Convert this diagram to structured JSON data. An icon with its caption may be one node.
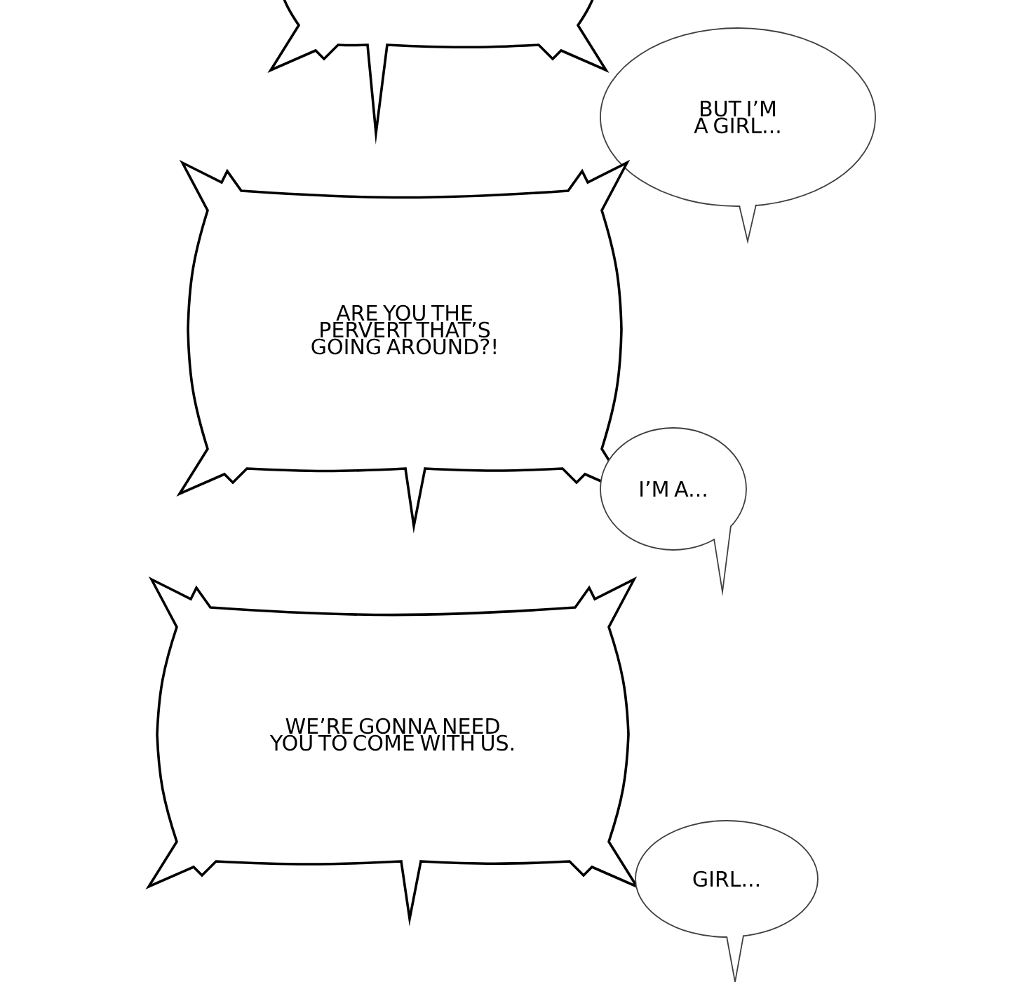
{
  "diagram": {
    "nodes": [
      {
        "text": [],
        "shape": "bubble"
      },
      {
        "text": [
          "BUT I’M A GIRL..."
        ]
      },
      {
        "text": [
          "ARE YOU THE PERVERT THAT’S GOING AROUND?!"
        ]
      },
      {
        "text": [
          "I’M A..."
        ]
      },
      {
        "text": [
          "WE’RE GONNA NEED YOU TO COME WITH US."
        ]
      },
      {
        "text": [
          "GIRL..."
        ]
      }
    ]
  }
}
